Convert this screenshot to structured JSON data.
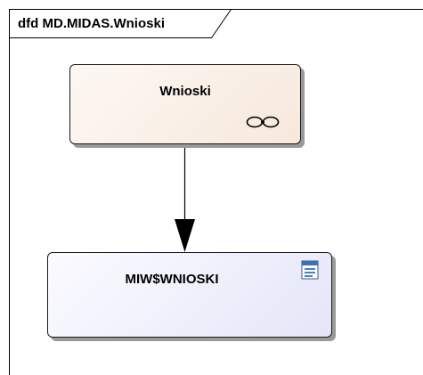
{
  "diagram": {
    "frame_title": "dfd MD.MIDAS.Wnioski",
    "process": {
      "label": "Wnioski",
      "icon": "link-icon"
    },
    "store": {
      "label": "MIW$WNIOSKI",
      "icon": "table-icon"
    },
    "colors": {
      "process_fill": "#f7e8dc",
      "store_fill": "#e4e6f8",
      "border": "#1a1a1a",
      "shadow": "#9a9a9a"
    }
  }
}
